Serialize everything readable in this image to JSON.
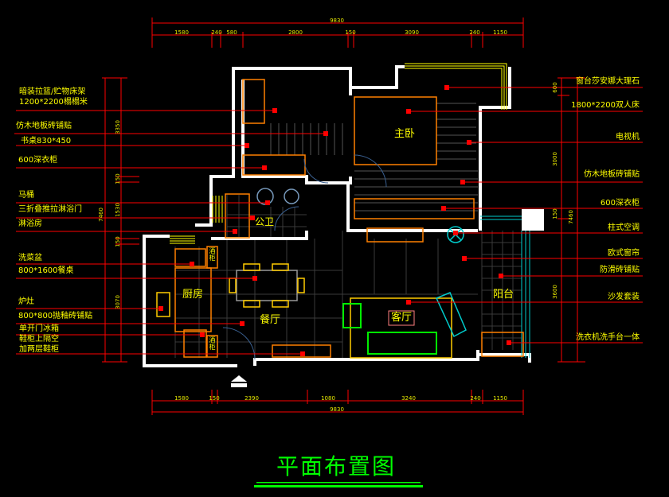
{
  "title": "平面布置图",
  "dimensions": {
    "top_total": "9830",
    "top": [
      "1580",
      "240",
      "580",
      "2800",
      "150",
      "3090",
      "240",
      "1150"
    ],
    "bottom_total": "9830",
    "bottom": [
      "1580",
      "150",
      "2390",
      "1080",
      "3240",
      "240",
      "1150"
    ],
    "left_total": "7460",
    "left": [
      "3350",
      "150",
      "1530",
      "150",
      "3070"
    ],
    "right_total": "7460",
    "right": [
      "600",
      "3000",
      "150",
      "3600"
    ]
  },
  "rooms": {
    "master_bedroom": "主卧",
    "bathroom": "公卫",
    "kitchen": "厨房",
    "dining": "餐厅",
    "living": "客厅",
    "balcony": "阳台",
    "wine_cabinet_1": "酒柜",
    "wine_cabinet_2": "酒柜"
  },
  "left_labels": [
    "暗装拉篮/贮物床架",
    "1200*2200榻榻米",
    "仿木地板砖铺贴",
    "书桌830*450",
    "600深衣柜",
    "马桶",
    "三折叠推拉淋浴门",
    "淋浴房",
    "洗菜盆",
    "800*1600餐桌",
    "炉灶",
    "800*800抛釉砖铺贴",
    "单开门冰箱",
    "鞋柜上隔空",
    "加两层鞋柜"
  ],
  "right_labels": [
    "窗台莎安娜大理石",
    "1800*2200双人床",
    "电视机",
    "仿木地板砖铺贴",
    "600深衣柜",
    "柱式空调",
    "欧式窗帘",
    "防滑砖铺贴",
    "沙发套装",
    "洗衣机洗手台一体"
  ],
  "colors": {
    "wall": "#ffffff",
    "leader": "#ff0000",
    "text": "#ffff00",
    "furniture": "#ff8000",
    "title": "#00ff00",
    "window": "#ffff00",
    "glass": "#00cccc"
  }
}
